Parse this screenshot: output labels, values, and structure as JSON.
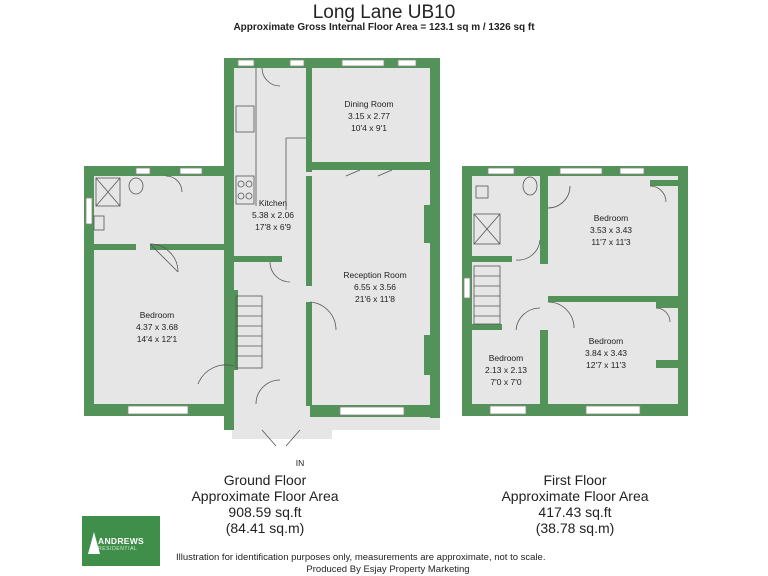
{
  "header": {
    "title": "Long Lane UB10",
    "subtitle": "Approximate Gross Internal Floor Area = 123.1 sq m / 1326 sq ft"
  },
  "colors": {
    "wall": "#53935a",
    "floor": "#e6e6e6",
    "line": "#222222",
    "logo_bg": "#3f8f4a"
  },
  "ground_floor": {
    "rooms": [
      {
        "name": "Dining Room",
        "metric": "3.15 x 2.77",
        "imperial": "10'4 x 9'1"
      },
      {
        "name": "Kitchen",
        "metric": "5.38 x 2.06",
        "imperial": "17'8 x 6'9"
      },
      {
        "name": "Reception Room",
        "metric": "6.55 x 3.56",
        "imperial": "21'6 x 11'8"
      },
      {
        "name": "Bedroom",
        "metric": "4.37 x 3.68",
        "imperial": "14'4 x 12'1"
      }
    ],
    "entrance_label": "IN",
    "caption": {
      "name": "Ground Floor",
      "area_label": "Approximate Floor Area",
      "area_sqft": "908.59 sq.ft",
      "area_sqm": "(84.41 sq.m)"
    }
  },
  "first_floor": {
    "rooms": [
      {
        "name": "Bedroom",
        "metric": "3.53 x 3.43",
        "imperial": "11'7 x 11'3"
      },
      {
        "name": "Bedroom",
        "metric": "3.84 x 3.43",
        "imperial": "12'7 x 11'3"
      },
      {
        "name": "Bedroom",
        "metric": "2.13 x 2.13",
        "imperial": "7'0 x 7'0"
      }
    ],
    "caption": {
      "name": "First Floor",
      "area_label": "Approximate Floor Area",
      "area_sqft": "417.43 sq.ft",
      "area_sqm": "(38.78 sq.m)"
    }
  },
  "logo": {
    "name": "ANDREWS",
    "tagline": "RESIDENTIAL"
  },
  "footer": {
    "disclaimer": "Illustration for identification purposes only, measurements are approximate, not to scale.",
    "credit": "Produced By Esjay Property Marketing"
  }
}
